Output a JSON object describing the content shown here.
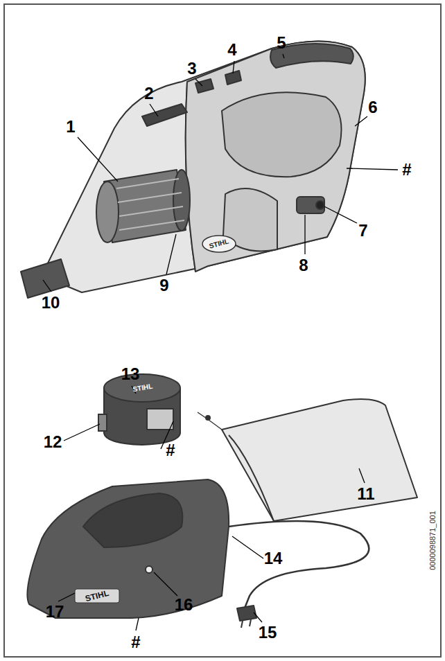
{
  "diagram": {
    "labels": [
      "1",
      "2",
      "3",
      "4",
      "5",
      "6",
      "#",
      "7",
      "8",
      "9",
      "10",
      "13",
      "12",
      "#",
      "11",
      "14",
      "16",
      "17",
      "#",
      "15",
      "STIHL",
      "STIHL",
      "STIHL",
      "0000098871_001"
    ]
  }
}
